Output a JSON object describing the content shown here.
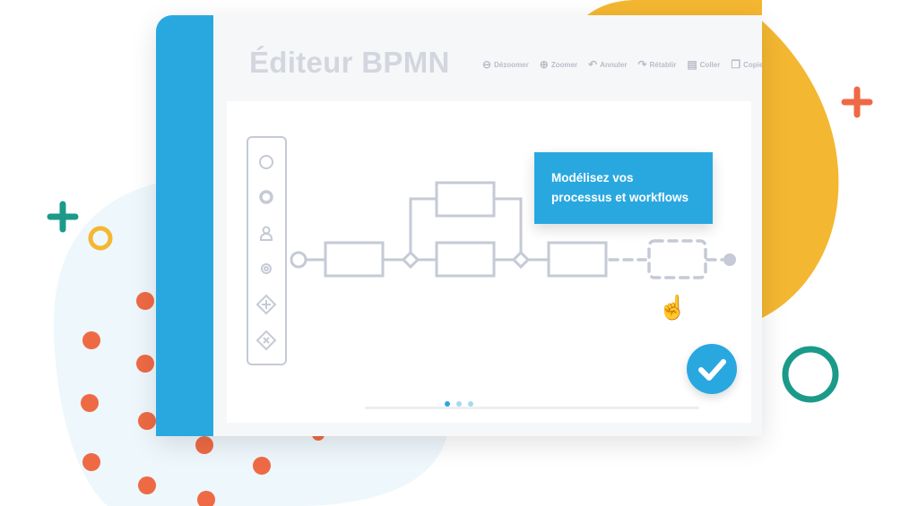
{
  "editor": {
    "title": "Éditeur BPMN",
    "toolbar": [
      {
        "label": "Dézoomer",
        "icon": "zoom-out-icon"
      },
      {
        "label": "Zoomer",
        "icon": "zoom-in-icon"
      },
      {
        "label": "Annuler",
        "icon": "undo-icon"
      },
      {
        "label": "Rétablir",
        "icon": "redo-icon"
      },
      {
        "label": "Coller",
        "icon": "paste-icon"
      },
      {
        "label": "Copier",
        "icon": "copy-icon"
      }
    ],
    "palette": [
      "start-event-icon",
      "intermediate-event-icon",
      "user-task-icon",
      "service-task-icon",
      "parallel-gateway-icon",
      "exclusive-gateway-icon"
    ],
    "tooltip": {
      "line1": "Modélisez vos",
      "line2": "processus et workflows"
    },
    "pagination": {
      "pages": 3,
      "active": 1
    }
  },
  "colors": {
    "accent": "#29a8e0",
    "diagram": "#c5cad6",
    "yellow": "#f4b731",
    "orange": "#ee6a45",
    "teal": "#1b9a8a"
  }
}
